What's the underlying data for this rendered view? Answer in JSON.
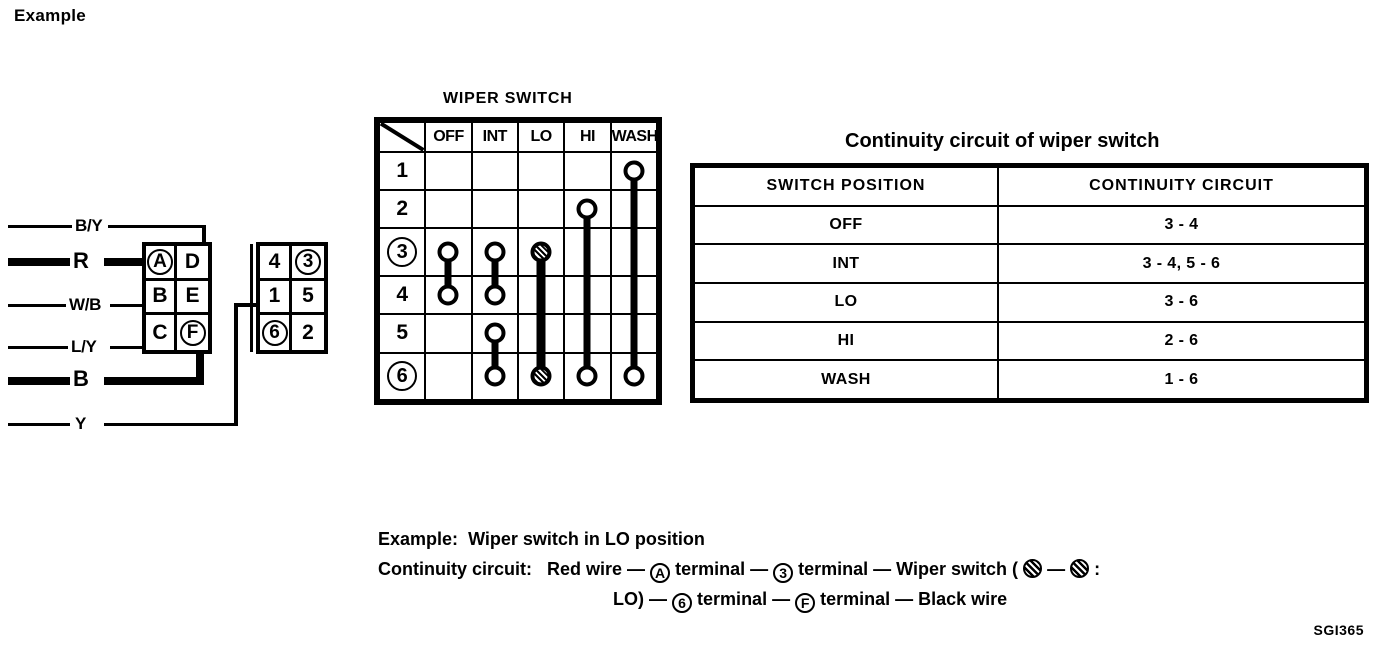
{
  "page": {
    "heading": "Example",
    "figure_code": "SGI365"
  },
  "harness": {
    "wires": [
      {
        "label": "B/Y",
        "thick": false
      },
      {
        "label": "R",
        "thick": true
      },
      {
        "label": "W/B",
        "thick": false
      },
      {
        "label": "L/Y",
        "thick": false
      },
      {
        "label": "B",
        "thick": true
      },
      {
        "label": "Y",
        "thick": false
      }
    ],
    "connector_left": {
      "name": "harness-connector",
      "cells": [
        [
          {
            "text": "A",
            "circled": true
          },
          {
            "text": "D",
            "circled": false
          }
        ],
        [
          {
            "text": "B",
            "circled": false
          },
          {
            "text": "E",
            "circled": false
          }
        ],
        [
          {
            "text": "C",
            "circled": false
          },
          {
            "text": "F",
            "circled": true
          }
        ]
      ]
    },
    "connector_right": {
      "name": "switch-connector",
      "cells": [
        [
          {
            "text": "4",
            "circled": false
          },
          {
            "text": "3",
            "circled": true
          }
        ],
        [
          {
            "text": "1",
            "circled": false
          },
          {
            "text": "5",
            "circled": false
          }
        ],
        [
          {
            "text": "6",
            "circled": true
          },
          {
            "text": "2",
            "circled": false
          }
        ]
      ]
    }
  },
  "chart_data": {
    "type": "table",
    "title": "WIPER SWITCH",
    "columns": [
      "",
      "OFF",
      "INT",
      "LO",
      "HI",
      "WASH"
    ],
    "rows": [
      "1",
      "2",
      "3",
      "4",
      "5",
      "6"
    ],
    "circled_rows": [
      "3",
      "6"
    ],
    "contacts": [
      {
        "column": "OFF",
        "rows": [
          3,
          4
        ],
        "style": "open"
      },
      {
        "column": "INT",
        "rows": [
          3,
          4
        ],
        "style": "open"
      },
      {
        "column": "INT",
        "rows": [
          5,
          6
        ],
        "style": "open"
      },
      {
        "column": "LO",
        "rows": [
          3,
          6
        ],
        "style": "hatched"
      },
      {
        "column": "HI",
        "rows": [
          2,
          6
        ],
        "style": "open"
      },
      {
        "column": "WASH",
        "rows": [
          1,
          6
        ],
        "style": "open"
      }
    ]
  },
  "continuity": {
    "title": "Continuity circuit of wiper switch",
    "headers": [
      "SWITCH POSITION",
      "CONTINUITY CIRCUIT"
    ],
    "rows": [
      {
        "position": "OFF",
        "circuit": "3 - 4"
      },
      {
        "position": "INT",
        "circuit": "3 - 4, 5 - 6"
      },
      {
        "position": "LO",
        "circuit": "3 - 6"
      },
      {
        "position": "HI",
        "circuit": "2 - 6"
      },
      {
        "position": "WASH",
        "circuit": "1 - 6"
      }
    ]
  },
  "example": {
    "line1_label": "Example:",
    "line1_text": "Wiper switch in LO position",
    "line2_label": "Continuity circuit:",
    "line2_a": "Red wire —",
    "line2_term_a": "A",
    "line2_b": "terminal —",
    "line2_term_3": "3",
    "line2_c": "terminal — Wiper switch (",
    "line2_d": "—",
    "line2_e": ":",
    "line3_a": "LO) —",
    "line3_term_6": "6",
    "line3_b": "terminal —",
    "line3_term_f": "F",
    "line3_c": "terminal — Black wire"
  }
}
